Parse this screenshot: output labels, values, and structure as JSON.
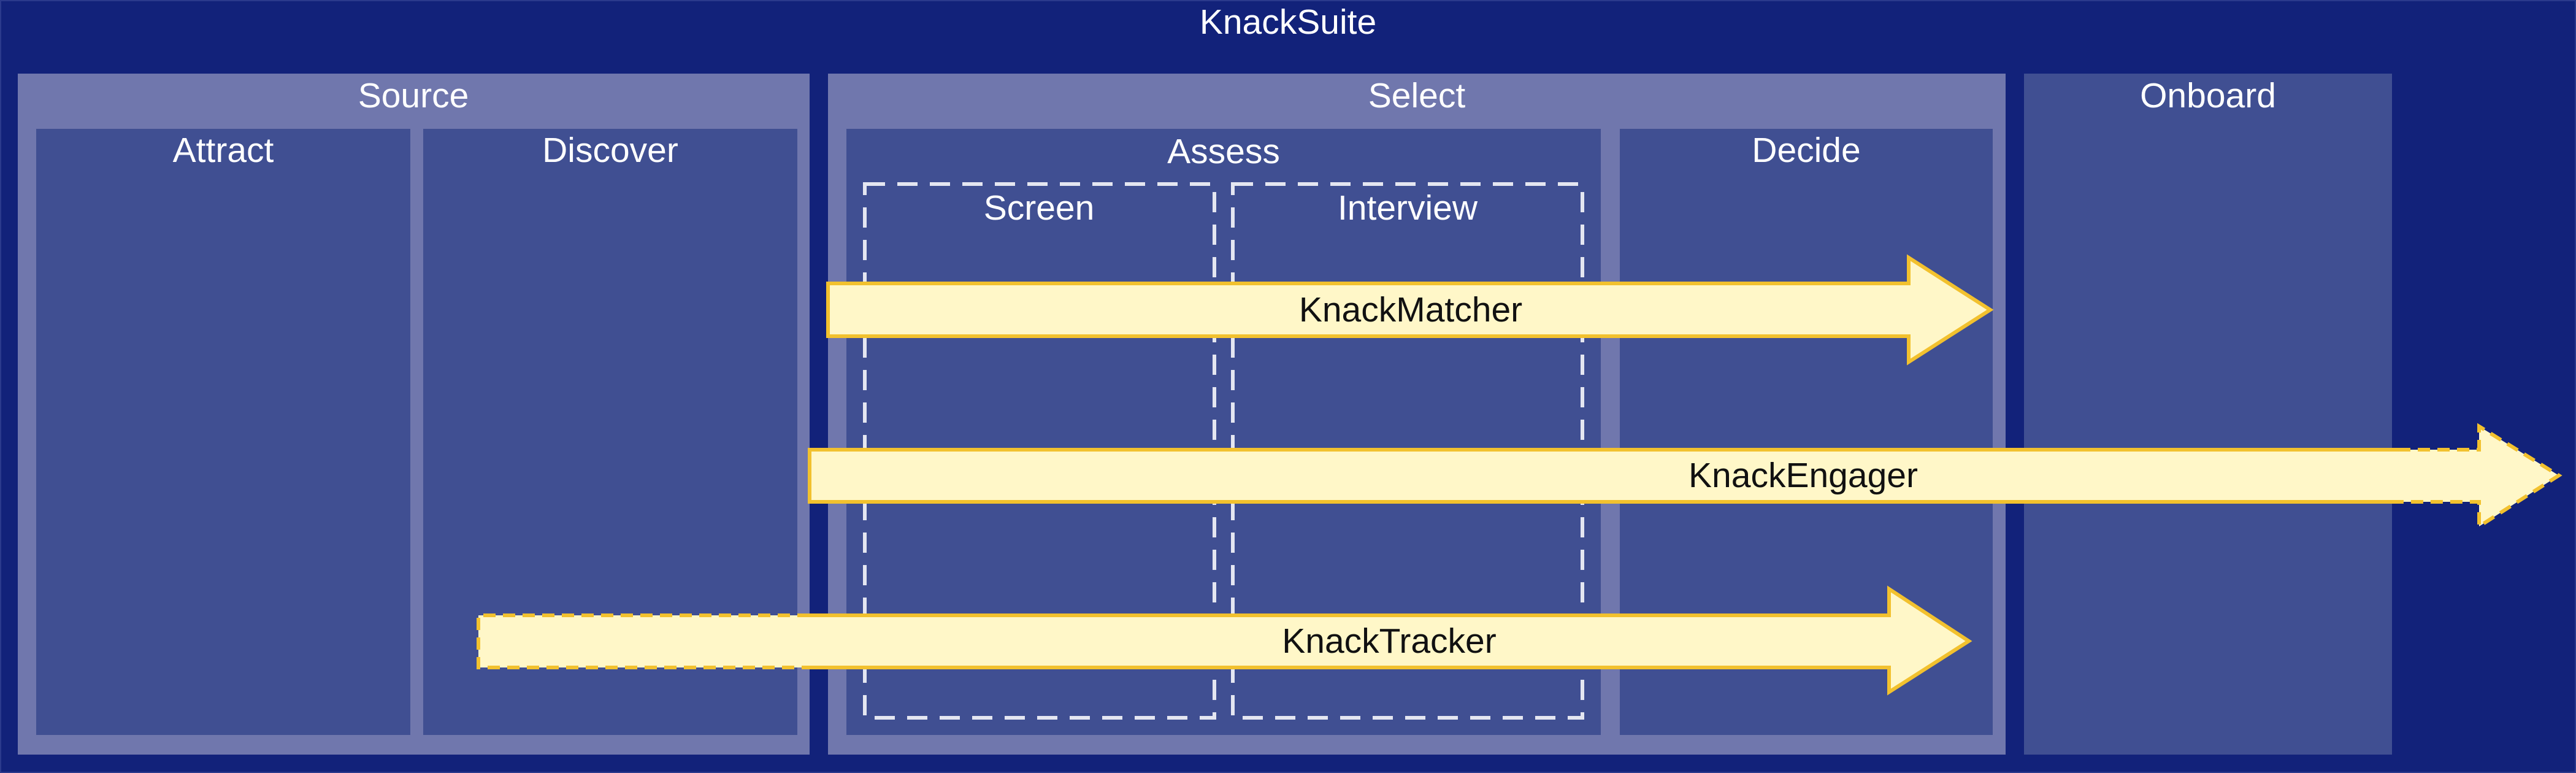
{
  "diagram": {
    "title": "KnackSuite",
    "stages": {
      "source": "Source",
      "select": "Select",
      "onboard": "Onboard"
    },
    "substages": {
      "attract": "Attract",
      "discover": "Discover",
      "assess": "Assess",
      "decide": "Decide"
    },
    "steps": {
      "screen": "Screen",
      "interview": "Interview"
    },
    "products": {
      "matcher": "KnackMatcher",
      "engager": "KnackEngager",
      "tracker": "KnackTracker"
    }
  },
  "colors": {
    "background": "#12227a",
    "stage_panel": "#7077ad",
    "substage_panel": "#404f92",
    "arrow_fill": "#fff7c8",
    "arrow_stroke": "#f2c12e",
    "text": "#ffffff"
  }
}
